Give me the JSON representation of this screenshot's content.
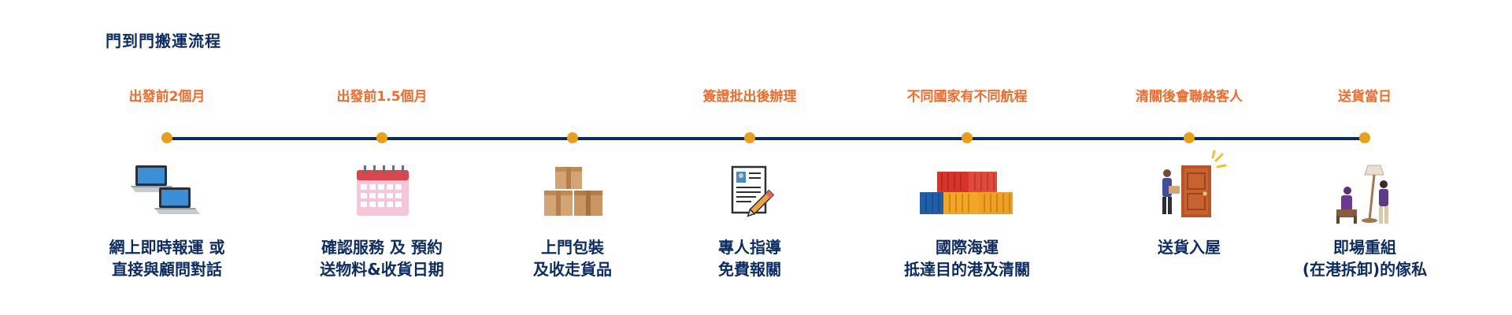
{
  "title": "門到門搬運流程",
  "steps": [
    {
      "top": "出發前2個月",
      "lines": [
        "網上即時報運 或",
        "直接與顧問對話"
      ],
      "icon": "laptops-icon"
    },
    {
      "top": "出發前1.5個月",
      "lines": [
        "確認服務 及 預約",
        "送物料&收貨日期"
      ],
      "icon": "calendar-icon"
    },
    {
      "top": "",
      "lines": [
        "上門包裝",
        "及收走貨品"
      ],
      "icon": "boxes-icon"
    },
    {
      "top": "簽證批出後辦理",
      "lines": [
        "專人指導",
        "免費報關"
      ],
      "icon": "document-pen-icon"
    },
    {
      "top": "不同國家有不同航程",
      "lines": [
        "國際海運",
        "抵達目的港及清關"
      ],
      "icon": "shipping-containers-icon"
    },
    {
      "top": "清關後會聯絡客人",
      "lines": [
        "送貨入屋"
      ],
      "icon": "door-delivery-icon"
    },
    {
      "top": "送貨當日",
      "lines": [
        "即場重組",
        "(在港拆卸)的傢私"
      ],
      "icon": "furniture-assembly-icon"
    }
  ],
  "colors": {
    "navy": "#0c2d63",
    "orange": "#f26b2a",
    "dot": "#e7a018"
  }
}
